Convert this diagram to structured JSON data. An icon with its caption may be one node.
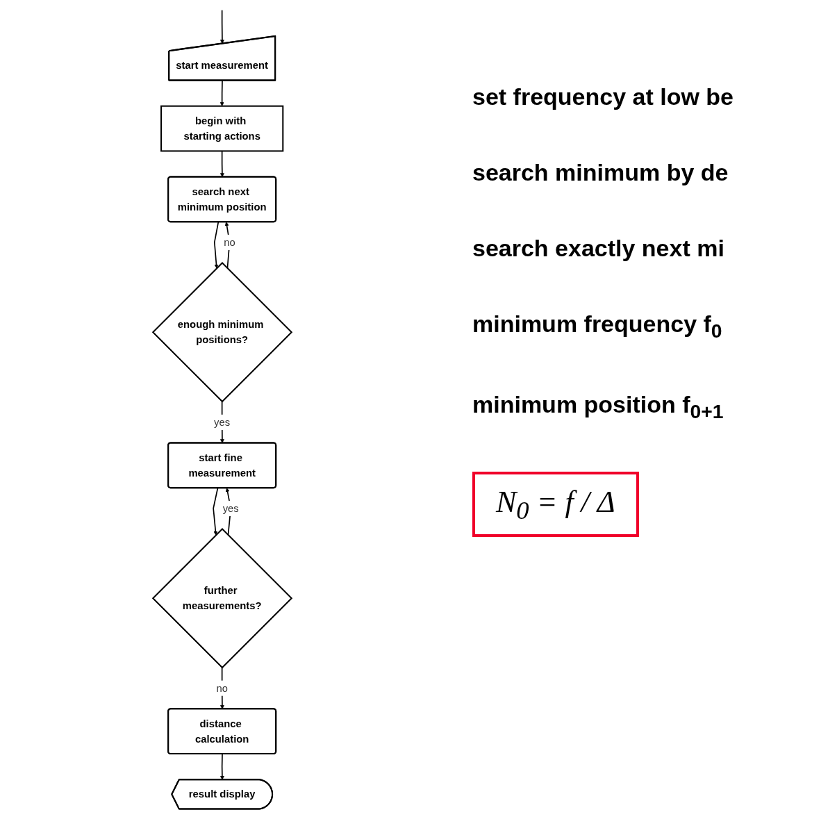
{
  "diagram": {
    "nodes": [
      {
        "text": [
          "start measurement"
        ]
      },
      {
        "text": [
          "begin with starting actions"
        ]
      },
      {
        "text": [
          "search next minimum position"
        ]
      },
      {
        "text": [
          "enough minimum positions?"
        ]
      },
      {
        "text": [
          "start fine measurement"
        ]
      },
      {
        "text": [
          "further measurements?"
        ]
      },
      {
        "text": [
          "distance calculation"
        ]
      },
      {
        "text": [
          "result display"
        ]
      }
    ],
    "edges": [
      {
        "from": null,
        "to": 0,
        "arrow": "to"
      },
      {
        "from": 0,
        "to": 1,
        "arrow": "to"
      },
      {
        "from": 1,
        "to": 2,
        "arrow": "to"
      },
      {
        "from": 2,
        "to": 3,
        "arrow": "to"
      },
      {
        "from": 3,
        "to": 2,
        "arrow": "to",
        "label": "no"
      },
      {
        "from": 3,
        "to": 4,
        "arrow": "to",
        "label": "yes"
      },
      {
        "from": 4,
        "to": 5,
        "arrow": "to"
      },
      {
        "from": 5,
        "to": 6,
        "arrow": "to",
        "label": "no"
      },
      {
        "from": 5,
        "to": 4,
        "arrow": "to",
        "label": "yes"
      },
      {
        "from": 6,
        "to": 7,
        "arrow": "to"
      }
    ],
    "labels": [
      "set frequency at low be",
      "search minimum by de",
      "search exactly next mi",
      "minimum frequency f$_{0}$",
      "minimum position f$_{0+1}$",
      "N$_{0}$ = f / Δ"
    ]
  }
}
